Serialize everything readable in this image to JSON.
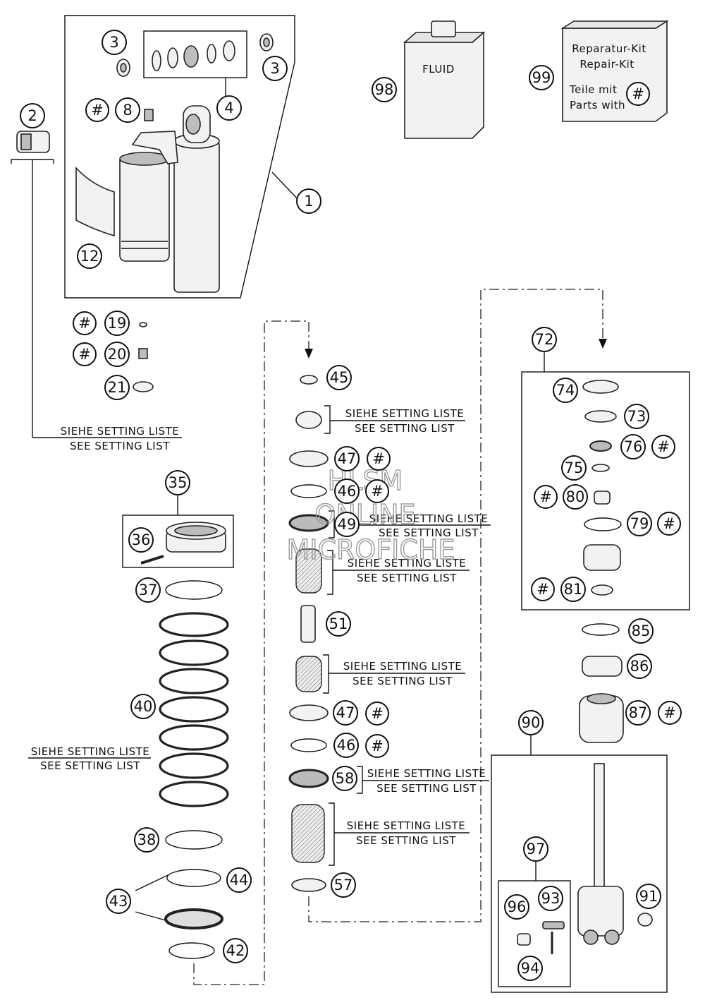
{
  "callouts": [
    {
      "id": "c1",
      "text": "1"
    },
    {
      "id": "c2",
      "text": "2"
    },
    {
      "id": "c3a",
      "text": "3"
    },
    {
      "id": "c3b",
      "text": "3"
    },
    {
      "id": "c4",
      "text": "4"
    },
    {
      "id": "c8",
      "text": "8"
    },
    {
      "id": "c12",
      "text": "12"
    },
    {
      "id": "c19",
      "text": "19"
    },
    {
      "id": "c20",
      "text": "20"
    },
    {
      "id": "c21",
      "text": "21"
    },
    {
      "id": "c35",
      "text": "35"
    },
    {
      "id": "c36",
      "text": "36"
    },
    {
      "id": "c37",
      "text": "37"
    },
    {
      "id": "c38",
      "text": "38"
    },
    {
      "id": "c40",
      "text": "40"
    },
    {
      "id": "c42",
      "text": "42"
    },
    {
      "id": "c43",
      "text": "43"
    },
    {
      "id": "c44",
      "text": "44"
    },
    {
      "id": "c45",
      "text": "45"
    },
    {
      "id": "c46a",
      "text": "46"
    },
    {
      "id": "c46b",
      "text": "46"
    },
    {
      "id": "c47a",
      "text": "47"
    },
    {
      "id": "c47b",
      "text": "47"
    },
    {
      "id": "c49",
      "text": "49"
    },
    {
      "id": "c51",
      "text": "51"
    },
    {
      "id": "c57",
      "text": "57"
    },
    {
      "id": "c58",
      "text": "58"
    },
    {
      "id": "c72",
      "text": "72"
    },
    {
      "id": "c73",
      "text": "73"
    },
    {
      "id": "c74",
      "text": "74"
    },
    {
      "id": "c75",
      "text": "75"
    },
    {
      "id": "c76",
      "text": "76"
    },
    {
      "id": "c79",
      "text": "79"
    },
    {
      "id": "c80",
      "text": "80"
    },
    {
      "id": "c81",
      "text": "81"
    },
    {
      "id": "c85",
      "text": "85"
    },
    {
      "id": "c86",
      "text": "86"
    },
    {
      "id": "c87",
      "text": "87"
    },
    {
      "id": "c90",
      "text": "90"
    },
    {
      "id": "c91",
      "text": "91"
    },
    {
      "id": "c93",
      "text": "93"
    },
    {
      "id": "c94",
      "text": "94"
    },
    {
      "id": "c96",
      "text": "96"
    },
    {
      "id": "c97",
      "text": "97"
    },
    {
      "id": "c98",
      "text": "98"
    },
    {
      "id": "c99",
      "text": "99"
    }
  ],
  "hash_mark": "#",
  "setting_note": {
    "de": "SIEHE SETTING LISTE",
    "en": "SEE SETTING LIST"
  },
  "fluid_label": "FLUID",
  "repair_kit": {
    "line1": "Reparatur-Kit",
    "line2": "Repair-Kit",
    "line3": "Teile mit",
    "line4": "Parts with"
  },
  "watermark": {
    "line1": "HLSM",
    "line2": "ONLINE",
    "line3": "MICROFICHE"
  },
  "colors": {
    "line": "#111111",
    "part_fill": "#f2f2f2",
    "part_dark": "#bdbdbd",
    "watermark": "#9a9a9a"
  }
}
